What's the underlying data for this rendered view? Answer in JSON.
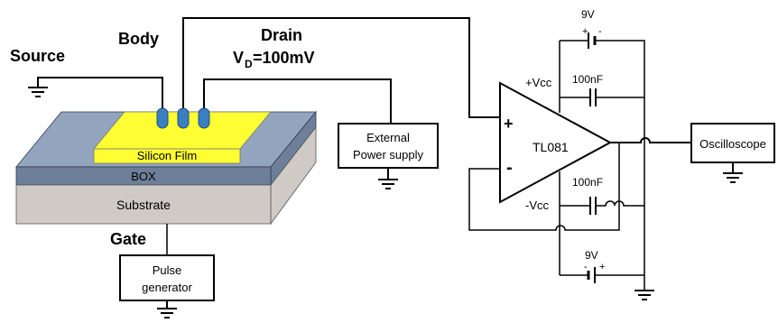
{
  "labels": {
    "source": "Source",
    "body": "Body",
    "drain": "Drain",
    "vd_main": "V",
    "vd_sub": "D",
    "vd_value": "=100mV",
    "gate": "Gate",
    "silicon_film": "Silicon Film",
    "box": "BOX",
    "substrate": "Substrate",
    "external_line1": "External",
    "external_line2": "Power supply",
    "pulse_line1": "Pulse",
    "pulse_line2": "generator",
    "opamp": "TL081",
    "plus": "+",
    "minus": "-",
    "vcc_pos": "+Vcc",
    "vcc_neg": "-Vcc",
    "cap_top": "100nF",
    "cap_bottom": "100nF",
    "battery_top": "9V",
    "battery_bottom": "9V",
    "bat_top_plus": "+",
    "bat_top_minus": "-",
    "bat_bot_minus": "-",
    "bat_bot_plus": "+",
    "oscilloscope": "Oscilloscope"
  },
  "colors": {
    "silicon_film": "#ffff33",
    "box_layer": "#6e7f99",
    "top_oxide": "#93a4be",
    "substrate": "#cfcac6",
    "probe": "#3a7fc2"
  }
}
